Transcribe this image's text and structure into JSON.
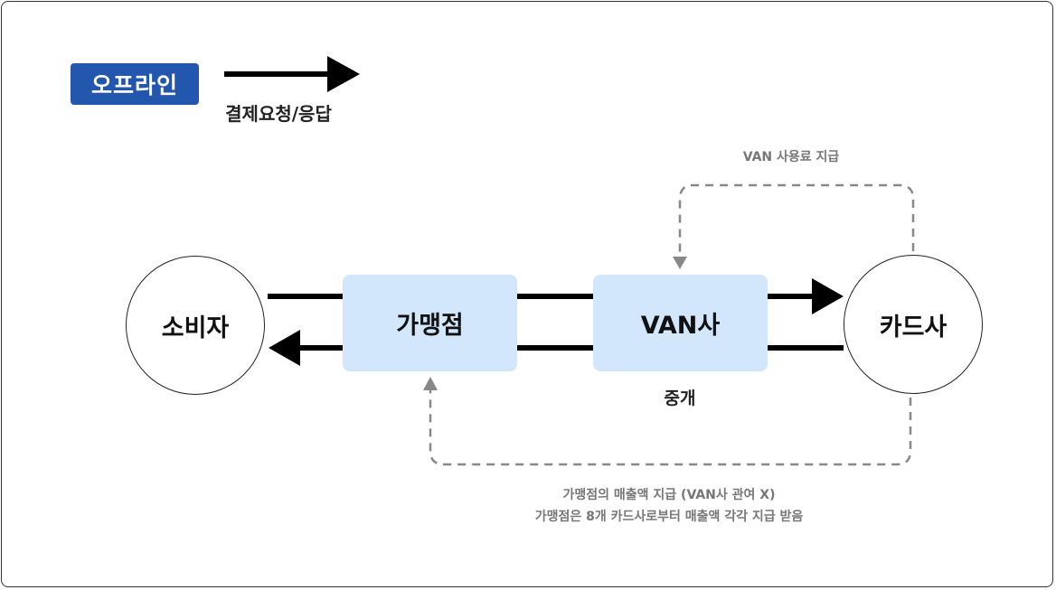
{
  "legend": {
    "badge": "오프라인",
    "arrow_label": "결제요청/응답"
  },
  "nodes": {
    "consumer": "소비자",
    "merchant": "가맹점",
    "van": "VAN사",
    "card_company": "카드사"
  },
  "labels": {
    "intermediary": "중개",
    "van_fee": "VAN 사용료 지급",
    "sales_line1": "가맹점의 매출액 지급 (VAN사 관여 X)",
    "sales_line2": "가맹점은 8개 카드사로부터 매출액 각각 지급 받음"
  },
  "colors": {
    "badge_bg": "#2356ad",
    "box_bg": "#d3e7fc",
    "dashed_line": "#888888",
    "arrow": "#000000"
  }
}
